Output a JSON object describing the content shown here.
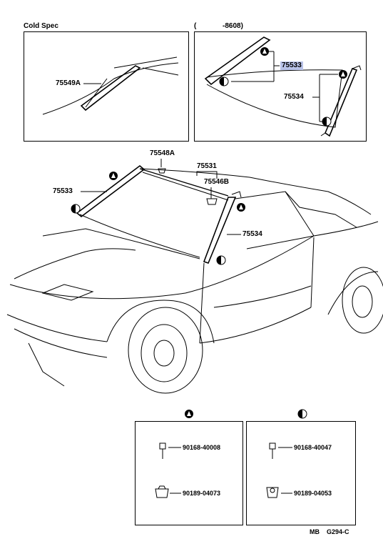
{
  "panels": {
    "top_left_title": "Cold Spec",
    "top_right_title_open": "(",
    "top_right_title_range": "-8608)"
  },
  "parts": {
    "p75549A": "75549A",
    "p75533_top": "75533",
    "p75534_top": "75534",
    "p75548A": "75548A",
    "p75531": "75531",
    "p75546B": "75546B",
    "p75533_main": "75533",
    "p75534_main": "75534"
  },
  "fasteners": {
    "a_bolt": "90168-40008",
    "a_clip": "90189-04073",
    "b_bolt": "90168-40047",
    "b_clip": "90189-04053"
  },
  "footer": {
    "code_a": "MB",
    "code_b": "G294-C"
  },
  "highlight_color": "#b8c2e8"
}
